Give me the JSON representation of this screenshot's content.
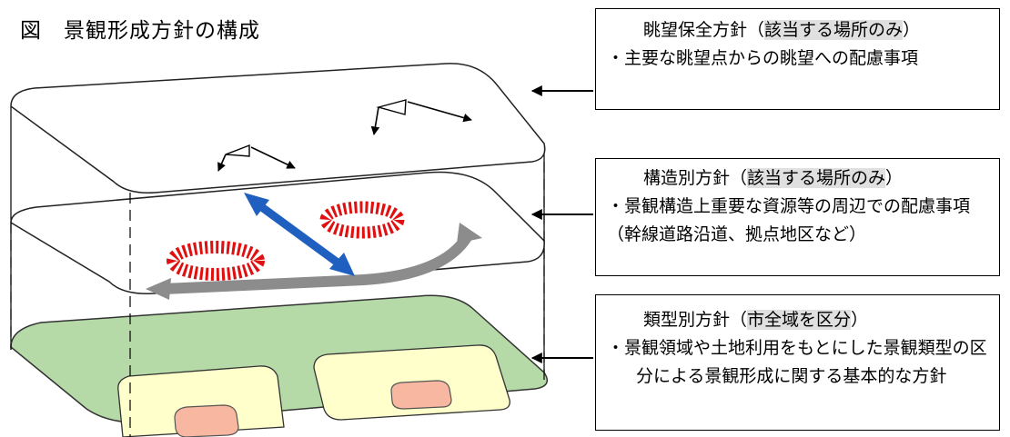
{
  "title": "図　景観形成方針の構成",
  "boxes": [
    {
      "head_pre": "眺望保全方針（",
      "head_hl": "該当する場所のみ",
      "head_post": "）",
      "bullet": "・主要な眺望点からの眺望への配慮事項"
    },
    {
      "head_pre": "構造別方針（",
      "head_hl": "該当する場所のみ",
      "head_post": "）",
      "bullet": "・景観構造上重要な資源等の周辺での配慮事項",
      "note": "（幹線道路沿道、拠点地区など）"
    },
    {
      "head_pre": "類型別方針（",
      "head_hl": "市全域を区分",
      "head_post": "）",
      "bullet": "・景観領域や土地利用をもとにした景観類型の区分による景観形成に関する基本的な方針"
    }
  ],
  "colors": {
    "top_layer": "#ffffff",
    "ground_layer": "#b5d9a7",
    "zone_fill": "#ffffcc",
    "core_fill": "#f7b7a0",
    "blue_arrow": "#1f5fbf",
    "gray_arrow": "#8c8c8c",
    "node_ring": "#e01010"
  },
  "icons": [
    "viewpoint-icon",
    "view-direction-arrow-icon",
    "pointer-arrow-icon"
  ]
}
